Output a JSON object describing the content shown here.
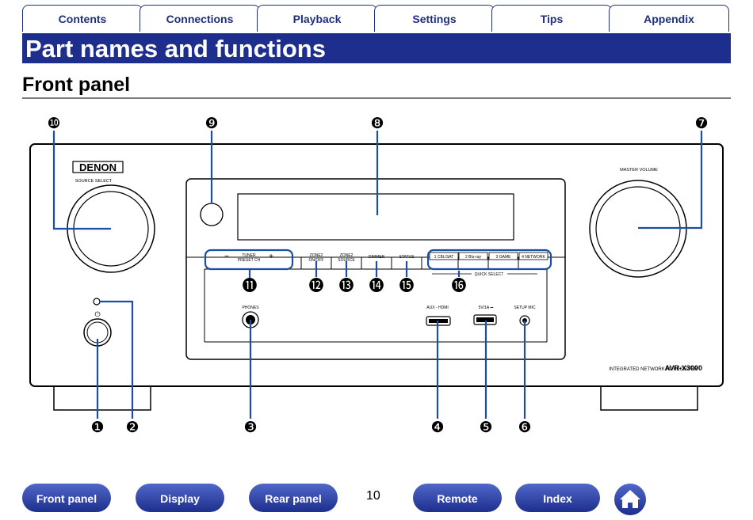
{
  "tabs": [
    "Contents",
    "Connections",
    "Playback",
    "Settings",
    "Tips",
    "Appendix"
  ],
  "page_title": "Part names and functions",
  "section_title": "Front panel",
  "device": {
    "brand": "DENON",
    "source_select": "SOURCE SELECT",
    "master_volume": "MASTER VOLUME",
    "tuner_line1": "TUNER",
    "tuner_line2": "PRESET CH",
    "minus": "−",
    "plus": "+",
    "zone2_onoff_line1": "ZONE2",
    "zone2_onoff_line2": "ON/OFF",
    "zone2_source_line1": "ZONE2",
    "zone2_source_line2": "SOURCE",
    "dimmer": "DIMMER",
    "status": "STATUS",
    "quick1": "1  CBL/SAT",
    "quick2": "2  Blu-ray",
    "quick3": "3  GAME",
    "quick4": "4 NETWORK",
    "quick_select": "QUICK SELECT",
    "phones": "PHONES",
    "aux_hdmi": "AUX - HDMI",
    "usb": "5V/1A ⎓",
    "setup_mic": "SETUP MIC",
    "power_symbol": "⏻",
    "model_text": "INTEGRATED NETWORK AV RECEIVER",
    "model": "AVR-X3000"
  },
  "callouts": [
    "❶",
    "❷",
    "❸",
    "❹",
    "❺",
    "❻",
    "❼",
    "❽",
    "❾",
    "❿",
    "⓫",
    "⓬",
    "⓭",
    "⓮",
    "⓯",
    "⓰"
  ],
  "nav_buttons": [
    "Front panel",
    "Display",
    "Rear panel",
    "Remote",
    "Index"
  ],
  "page_number": "10",
  "colors": {
    "navy": "#1e2e8c",
    "callout_line": "#1d4fa0"
  }
}
